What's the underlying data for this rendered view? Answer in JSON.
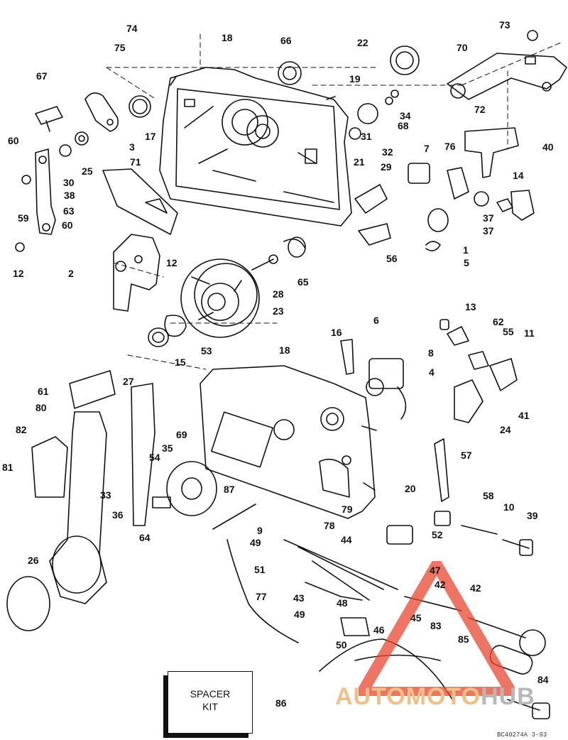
{
  "diagram": {
    "part_numbers": [
      "1",
      "2",
      "3",
      "4",
      "5",
      "6",
      "7",
      "8",
      "9",
      "10",
      "11",
      "12",
      "12",
      "13",
      "14",
      "15",
      "16",
      "17",
      "18",
      "18",
      "19",
      "20",
      "21",
      "22",
      "23",
      "24",
      "25",
      "26",
      "27",
      "28",
      "29",
      "30",
      "31",
      "32",
      "33",
      "34",
      "35",
      "36",
      "37",
      "37",
      "38",
      "39",
      "40",
      "41",
      "42",
      "42",
      "43",
      "44",
      "45",
      "46",
      "47",
      "48",
      "49",
      "49",
      "50",
      "51",
      "52",
      "53",
      "54",
      "55",
      "56",
      "57",
      "58",
      "59",
      "60",
      "60",
      "61",
      "62",
      "63",
      "64",
      "65",
      "66",
      "67",
      "68",
      "69",
      "70",
      "71",
      "72",
      "73",
      "74",
      "75",
      "76",
      "77",
      "78",
      "79",
      "80",
      "81",
      "82",
      "83",
      "84",
      "85",
      "86",
      "87"
    ],
    "spacer_kit": [
      "SPACER",
      "KIT"
    ],
    "drawing_code": "BC40274A  3-93"
  },
  "watermark": {
    "word_a": "AUTOMOTO",
    "word_b": "HUB",
    "color": "#e8452f"
  }
}
